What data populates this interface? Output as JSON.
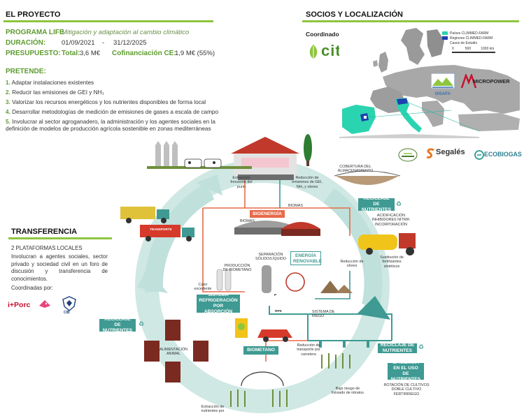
{
  "proyecto": {
    "title": "EL PROYECTO",
    "programa_label": "PROGRAMA LIFE",
    "programa_value": "Mitigación y adaptación al cambio climático",
    "duracion_label": "DURACIÓN:",
    "duracion_start": "01/09/2021",
    "duracion_sep": "-",
    "duracion_end": "31/12/2025",
    "presupuesto_label": "PRESUPUESTO:",
    "total_label": "Total:",
    "total_value": "3,6 M€",
    "cofin_label": "Cofinanciación CE:",
    "cofin_value": "1,9 M€ (55%)"
  },
  "pretende": {
    "title": "PRETENDE:",
    "items": [
      {
        "num": "1.",
        "text": "Adaptar instalaciones existentes"
      },
      {
        "num": "2.",
        "text": "Reducir las emisiones de GEI y NH₃"
      },
      {
        "num": "3.",
        "text": "Valorizar los recursos energéticos y los nutrientes disponibles de forma local"
      },
      {
        "num": "4.",
        "text": "Desarrollar metodologías de medición de emisiones de gases a escala de campo"
      },
      {
        "num": "5.",
        "text": "Involucrar al sector agroganadero, la administración y los agentes sociales en la definición de modelos de producción agrícola sostenible en zonas mediterráneas"
      }
    ]
  },
  "socios": {
    "title": "SOCIOS Y LOCALIZACIÓN",
    "coordinador_label": "Coordinador:",
    "cita_logo": "cita",
    "legend": [
      "Países CLIMMED-FARM",
      "Regiones CLIMMED-FARM",
      "Casos de Estudio"
    ],
    "scale": [
      "0",
      "500",
      "1000 km"
    ],
    "partners": [
      "DISAFA",
      "MICROPOWER",
      "Segalés",
      "ECOBIOGAS"
    ],
    "colors": {
      "paises": "#2bd4b0",
      "regiones": "#1f3fb0"
    }
  },
  "transferencia": {
    "title": "TRANSFERENCIA",
    "plataformas": "2 PLATAFORMAS LOCALES",
    "text": "Involucran a agentes sociales, sector privado y sociedad civil en un foro de discusión y transferencia de conocimientos.",
    "coordinadas": "Coordinadas por:",
    "logos": [
      "i+Porc",
      "CIB"
    ]
  },
  "diagram": {
    "extraccion": "Extracción frecuente del purín",
    "reduccion_emisiones": "Reducción de emisiones de GEI, NH₃ y olores",
    "cobertura": "COBERTURA DEL ALMACENAMIENTO",
    "reciclaje1": "RECICLAJE DE NUTRIENTES",
    "acidificacion": "ACIDIFICACIÓN INHIBIDORES NITRIF. INCORPORACIÓN",
    "bioenergia": "BIOENERGÍA",
    "biomas1": "BIOMAS",
    "biomas2": "BIOMAS",
    "transporte": "TRANSPORTE",
    "separacion": "SEPARACIÓN SÓLIDO/LÍQUIDO",
    "energia": "ENERGÍA RENOVABLE",
    "produccion": "PRODUCCIÓN DE BIOMETANO",
    "reduccion_olores": "Reducción de olores",
    "sustitucion": "Sustitución de fertilizantes sintéticos",
    "calor": "Calor excedente",
    "refrigeracion": "SISTEMA REFRIGERACIÓN POR ABSORCIÓN",
    "riego": "SISTEMA DE RIEGO",
    "reciclaje2": "RECICLAJE DE NUTRIENTES",
    "alimentacion": "ALIMENTACIÓN ANIMAL",
    "biometano": "BIOMETANO",
    "reduccion_transporte": "Reducción de transporte por carretera",
    "reciclaje3": "RECICLAJE DE NUTRIENTES",
    "eficiencia": "EFICIENCIA EN EL USO DE NUTRIENTES",
    "rotacion": "ROTACIÓN DE CULTIVOS DOBLE CULTIVO FERTIRRIEGO",
    "lixiviado": "Bajo riesgo de lixiviado de nitratos",
    "extraccion_nutrientes": "Extracción de nutrientes por",
    "rpk": "RPK",
    "p": "P"
  }
}
